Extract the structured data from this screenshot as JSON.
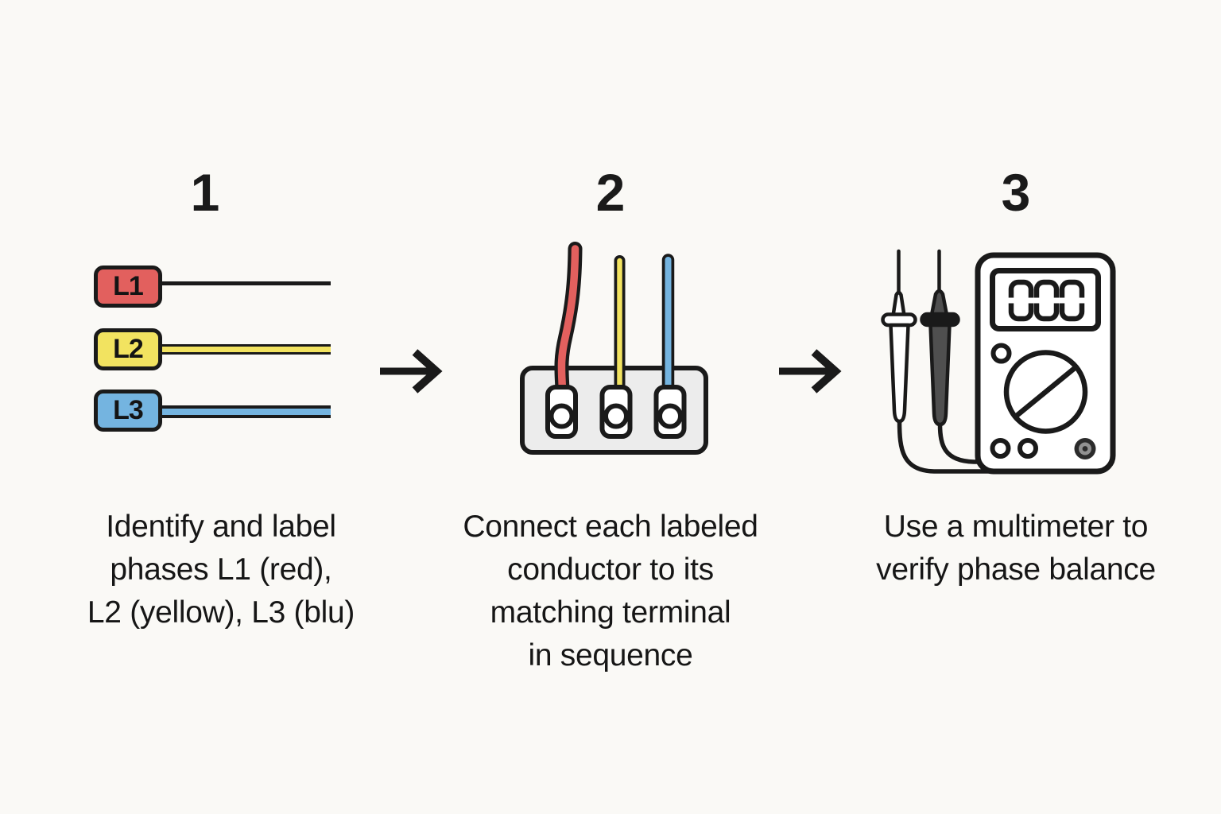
{
  "background_color": "#FAF9F6",
  "outline_color": "#1A1A1A",
  "icons": {
    "arrow": "right-arrow"
  },
  "colors": {
    "phase_red": "#E2605E",
    "phase_yellow": "#F2E360",
    "phase_blue": "#74B4E0",
    "block_fill": "#ECECEC",
    "probe_dark": "#4F4F4F",
    "jack_ring": "#919191"
  },
  "steps": [
    {
      "number": "1",
      "caption_lines": [
        "Identify and label",
        "phases L1 (red),",
        "L2 (yellow), L3 (blu)"
      ],
      "wires": [
        {
          "label": "L1",
          "color_name": "red",
          "color": "#E2605E"
        },
        {
          "label": "L2",
          "color_name": "yellow",
          "color": "#F2E360"
        },
        {
          "label": "L3",
          "color_name": "blue",
          "color": "#74B4E0"
        }
      ]
    },
    {
      "number": "2",
      "caption_lines": [
        "Connect each labeled",
        "conductor to its",
        "matching terminal",
        "in sequence"
      ],
      "terminal_count": 3
    },
    {
      "number": "3",
      "caption_lines": [
        "Use a multimeter to",
        "verify phase balance"
      ],
      "multimeter_display": "000"
    }
  ]
}
